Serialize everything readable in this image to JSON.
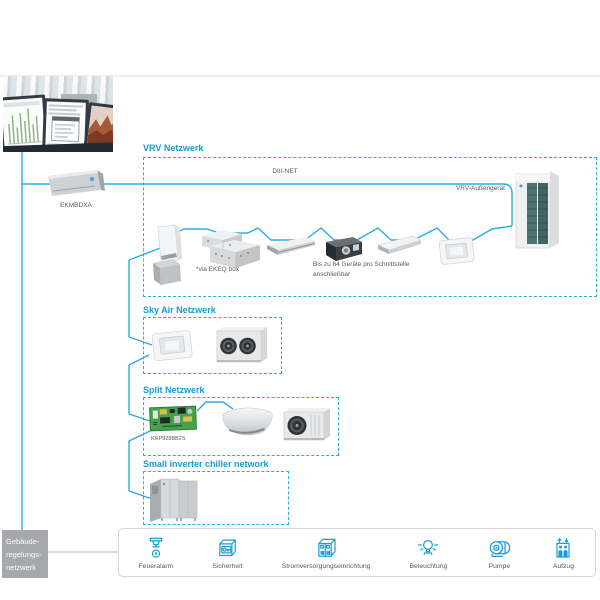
{
  "colors": {
    "line_blue": "#2aabe2",
    "label_blue": "#169bd7",
    "icon_blue": "#1a9cd8",
    "text_gray": "#5a5b5e",
    "building_box_gray": "#a6a8ab"
  },
  "gateway": {
    "label": "EKMBDXA"
  },
  "bus": {
    "label": "DIII-NET"
  },
  "networks": {
    "vrv": {
      "label": "VRV Netzwerk",
      "outdoor_label": "VRV-Außengerät",
      "note_ekeq": "*via EKEQ box",
      "note_capacity": "Bis zu 64 Geräte pro Schnittstelle anschließbar"
    },
    "skyair": {
      "label": "Sky Air Netzwerk"
    },
    "split": {
      "label": "Split Netzwerk",
      "adapter_label": "KRP928BB2S"
    },
    "chiller": {
      "label": "Small inverter chiller network"
    }
  },
  "building_network": {
    "line1": "Gebäude-",
    "line2": "regelungs-",
    "line3": "netzwerk"
  },
  "services": [
    {
      "icon": "sprinkler-icon",
      "label": "Feueralarm"
    },
    {
      "icon": "safe-key-icon",
      "label": "Sicherheit"
    },
    {
      "icon": "power-cabinet-icon",
      "label": "Stromversorgungseinrichtung"
    },
    {
      "icon": "light-bulb-icon",
      "label": "Beleuchtung"
    },
    {
      "icon": "pump-icon",
      "label": "Pumpe"
    },
    {
      "icon": "elevator-icon",
      "label": "Aufzug"
    }
  ]
}
